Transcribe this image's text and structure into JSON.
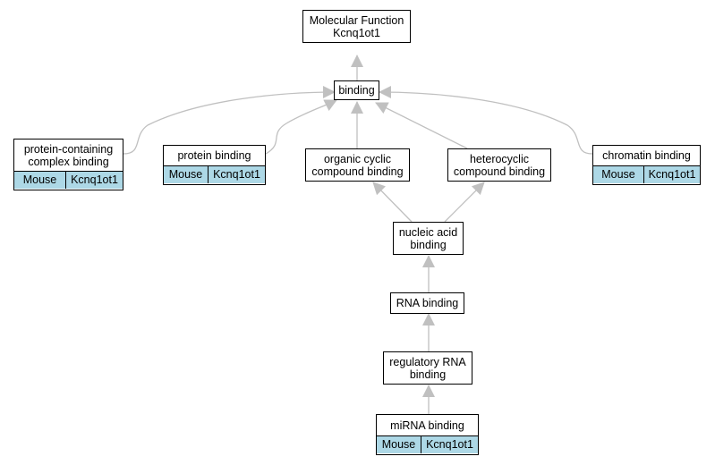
{
  "nodes": {
    "molecular_function": {
      "label": "Molecular Function\nKcnq1ot1"
    },
    "binding": {
      "label": "binding"
    },
    "protein_containing_complex_binding": {
      "label": "protein-containing\ncomplex binding",
      "species": "Mouse",
      "gene": "Kcnq1ot1"
    },
    "protein_binding": {
      "label": "protein binding",
      "species": "Mouse",
      "gene": "Kcnq1ot1"
    },
    "organic_cyclic_compound_binding": {
      "label": "organic cyclic\ncompound binding"
    },
    "heterocyclic_compound_binding": {
      "label": "heterocyclic\ncompound binding"
    },
    "chromatin_binding": {
      "label": "chromatin binding",
      "species": "Mouse",
      "gene": "Kcnq1ot1"
    },
    "nucleic_acid_binding": {
      "label": "nucleic acid\nbinding"
    },
    "rna_binding": {
      "label": "RNA binding"
    },
    "regulatory_rna_binding": {
      "label": "regulatory RNA\nbinding"
    },
    "mirna_binding": {
      "label": "miRNA binding",
      "species": "Mouse",
      "gene": "Kcnq1ot1"
    }
  },
  "edges": [
    {
      "from": "binding",
      "to": "molecular_function"
    },
    {
      "from": "protein_containing_complex_binding",
      "to": "binding"
    },
    {
      "from": "protein_binding",
      "to": "binding"
    },
    {
      "from": "organic_cyclic_compound_binding",
      "to": "binding"
    },
    {
      "from": "heterocyclic_compound_binding",
      "to": "binding"
    },
    {
      "from": "chromatin_binding",
      "to": "binding"
    },
    {
      "from": "nucleic_acid_binding",
      "to": "organic_cyclic_compound_binding"
    },
    {
      "from": "nucleic_acid_binding",
      "to": "heterocyclic_compound_binding"
    },
    {
      "from": "rna_binding",
      "to": "nucleic_acid_binding"
    },
    {
      "from": "regulatory_rna_binding",
      "to": "rna_binding"
    },
    {
      "from": "mirna_binding",
      "to": "regulatory_rna_binding"
    }
  ],
  "colors": {
    "annotation_fill": "#add8e6",
    "edge_stroke": "#c0c0c0",
    "node_border": "#000000"
  }
}
